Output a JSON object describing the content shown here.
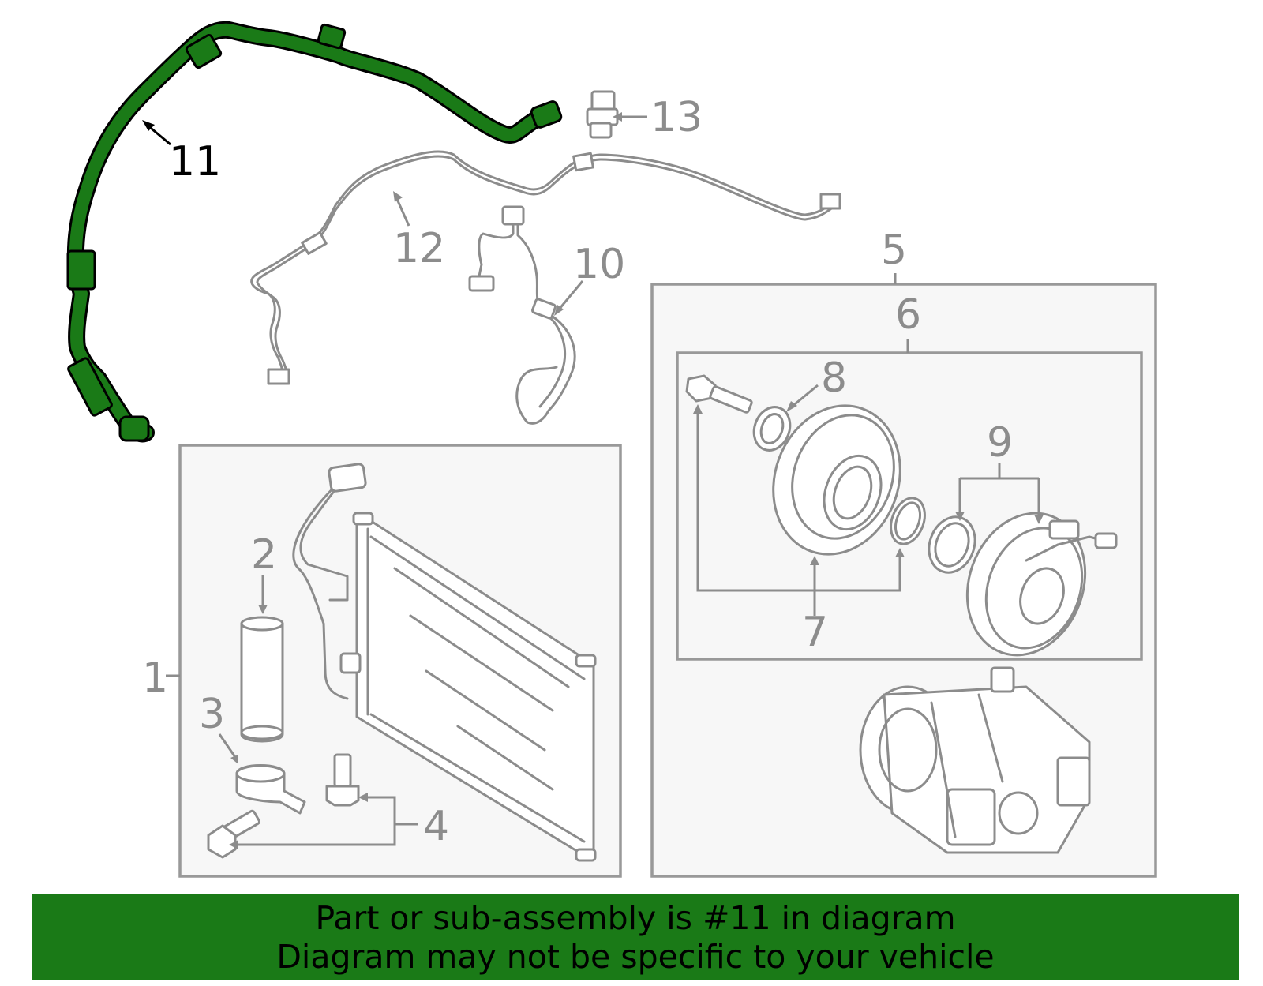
{
  "callouts": {
    "c1": "1",
    "c2": "2",
    "c3": "3",
    "c4": "4",
    "c5": "5",
    "c6": "6",
    "c7": "7",
    "c8": "8",
    "c9": "9",
    "c10": "10",
    "c11": "11",
    "c12": "12",
    "c13": "13"
  },
  "highlight": {
    "part": "11",
    "color": "#1a7a17"
  },
  "banner": {
    "line1": "Part or sub-assembly is #11 in diagram",
    "line2": "Diagram may not be specific to your vehicle",
    "background": "#1a7a17"
  }
}
